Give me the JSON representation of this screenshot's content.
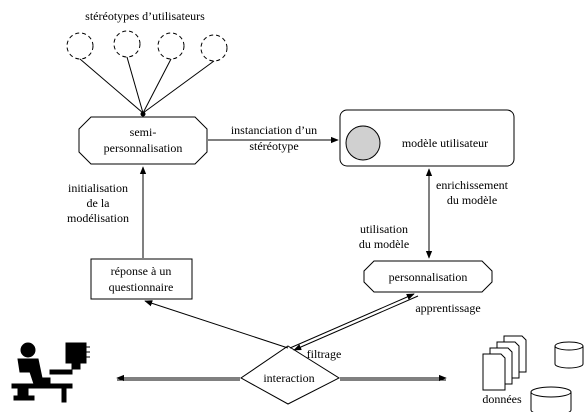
{
  "stereotypes": {
    "label": "stéréotypes d’utilisateurs"
  },
  "nodes": {
    "semi": {
      "line1": "semi-",
      "line2": "personnalisation"
    },
    "model": {
      "label": "modèle utilisateur"
    },
    "questionnaire": {
      "line1": "réponse à un",
      "line2": "questionnaire"
    },
    "perso": {
      "label": "personnalisation"
    },
    "interaction": {
      "label": "interaction"
    }
  },
  "edges": {
    "instanciation": {
      "line1": "instanciation d’un",
      "line2": "stéréotype"
    },
    "initialisation": {
      "line1": "initialisation",
      "line2": "de la",
      "line3": "modélisation"
    },
    "enrichissement": {
      "line1": "enrichissement",
      "line2": "du modèle"
    },
    "utilisation": {
      "line1": "utilisation",
      "line2": "du modèle"
    },
    "apprentissage": {
      "label": "apprentissage"
    },
    "filtrage": {
      "label": "filtrage"
    }
  },
  "data_store": {
    "label": "données"
  }
}
